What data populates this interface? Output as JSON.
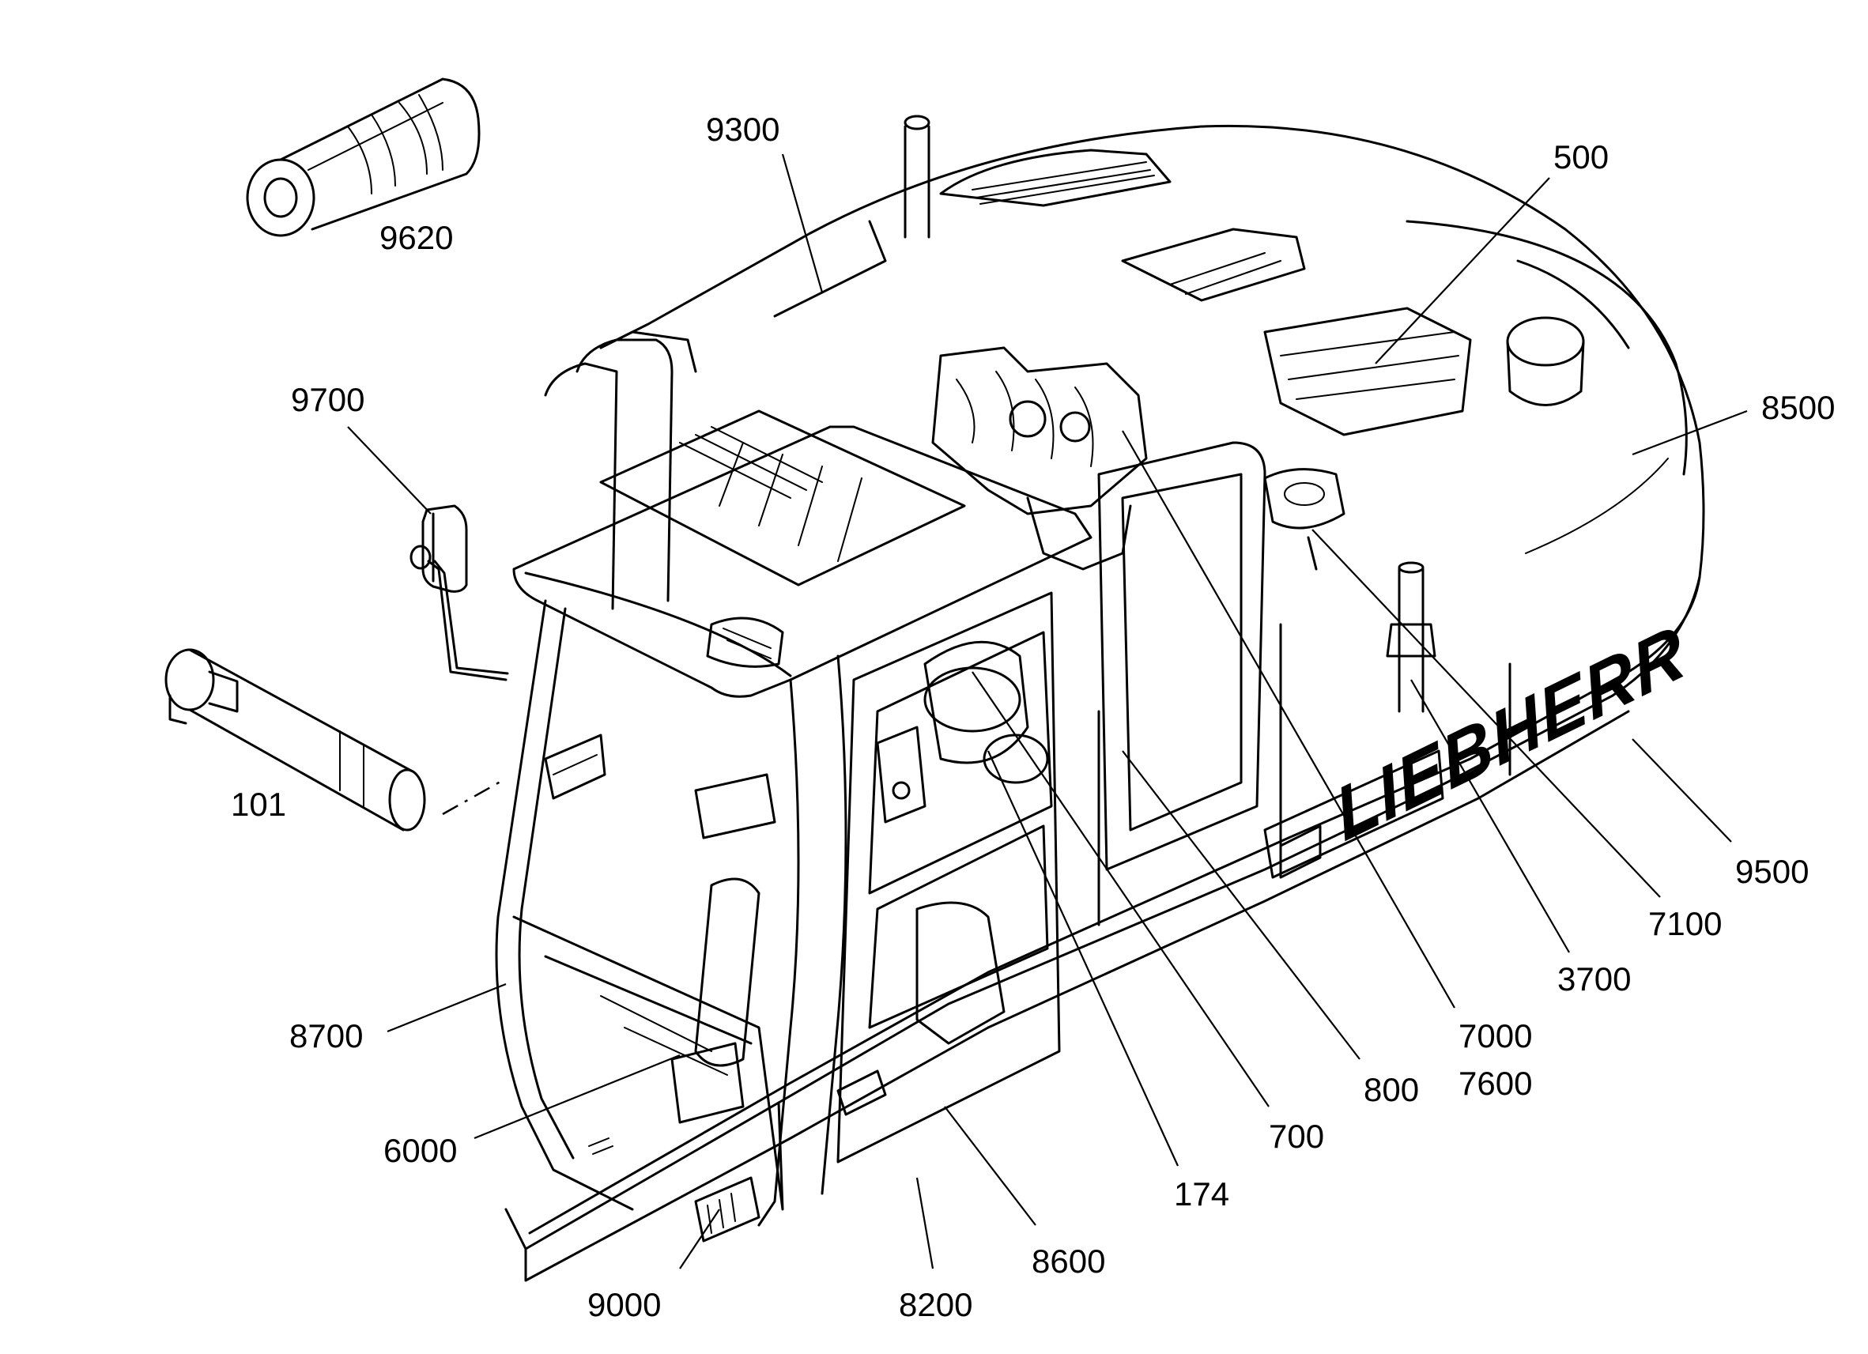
{
  "diagram": {
    "brand_lettering": "LIEBHERR",
    "callouts": [
      {
        "id": "9620",
        "label": "9620"
      },
      {
        "id": "9300",
        "label": "9300"
      },
      {
        "id": "500",
        "label": "500"
      },
      {
        "id": "9700",
        "label": "9700"
      },
      {
        "id": "8500",
        "label": "8500"
      },
      {
        "id": "101",
        "label": "101"
      },
      {
        "id": "9500",
        "label": "9500"
      },
      {
        "id": "7100",
        "label": "7100"
      },
      {
        "id": "3700",
        "label": "3700"
      },
      {
        "id": "8700",
        "label": "8700"
      },
      {
        "id": "7000",
        "label": "7000"
      },
      {
        "id": "7600",
        "label": "7600"
      },
      {
        "id": "800",
        "label": "800"
      },
      {
        "id": "6000",
        "label": "6000"
      },
      {
        "id": "700",
        "label": "700"
      },
      {
        "id": "174",
        "label": "174"
      },
      {
        "id": "8600",
        "label": "8600"
      },
      {
        "id": "9000",
        "label": "9000"
      },
      {
        "id": "8200",
        "label": "8200"
      }
    ]
  }
}
